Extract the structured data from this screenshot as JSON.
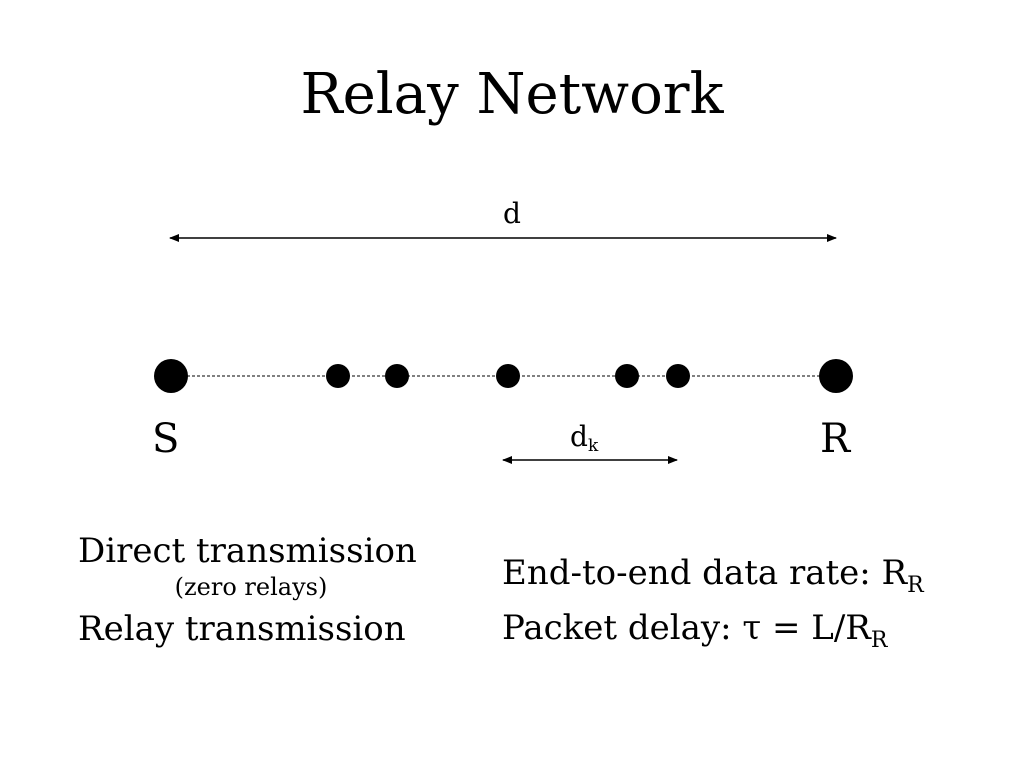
{
  "title": "Relay Network",
  "diagram": {
    "distance_label": "d",
    "source_label": "S",
    "destination_label": "R",
    "hop_distance": {
      "base": "d",
      "subscript": "k"
    },
    "relay_count": 5
  },
  "left_panel": {
    "direct": "Direct transmission",
    "direct_note": "(zero relays)",
    "relay": "Relay transmission"
  },
  "right_panel": {
    "rate_prefix": "End-to-end data rate: R",
    "rate_subscript": "R",
    "delay_prefix": "Packet delay: τ = L/R",
    "delay_subscript": "R"
  }
}
